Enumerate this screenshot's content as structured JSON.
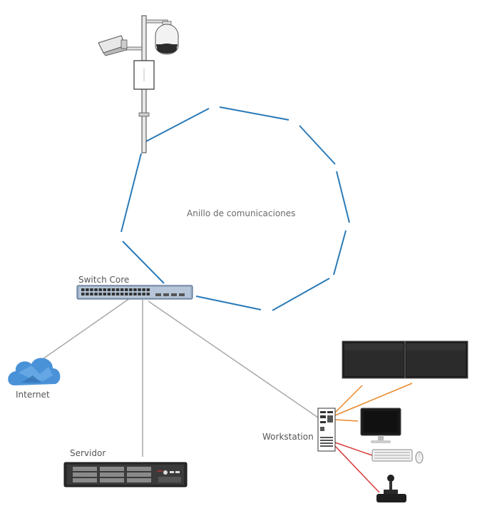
{
  "labels": {
    "ring": "Anillo de comunicaciones",
    "switch_core": "Switch Core",
    "internet": "Internet",
    "servidor": "Servidor",
    "workstation": "Workstation"
  },
  "colors": {
    "ring_link": "#2a7ab8",
    "ethernet_link": "#a8a8a8",
    "display_link": "#e8892a",
    "peripheral_link": "#d83a3a",
    "cloud": "#4a92d8",
    "switch_body": "#9bb0c8"
  }
}
